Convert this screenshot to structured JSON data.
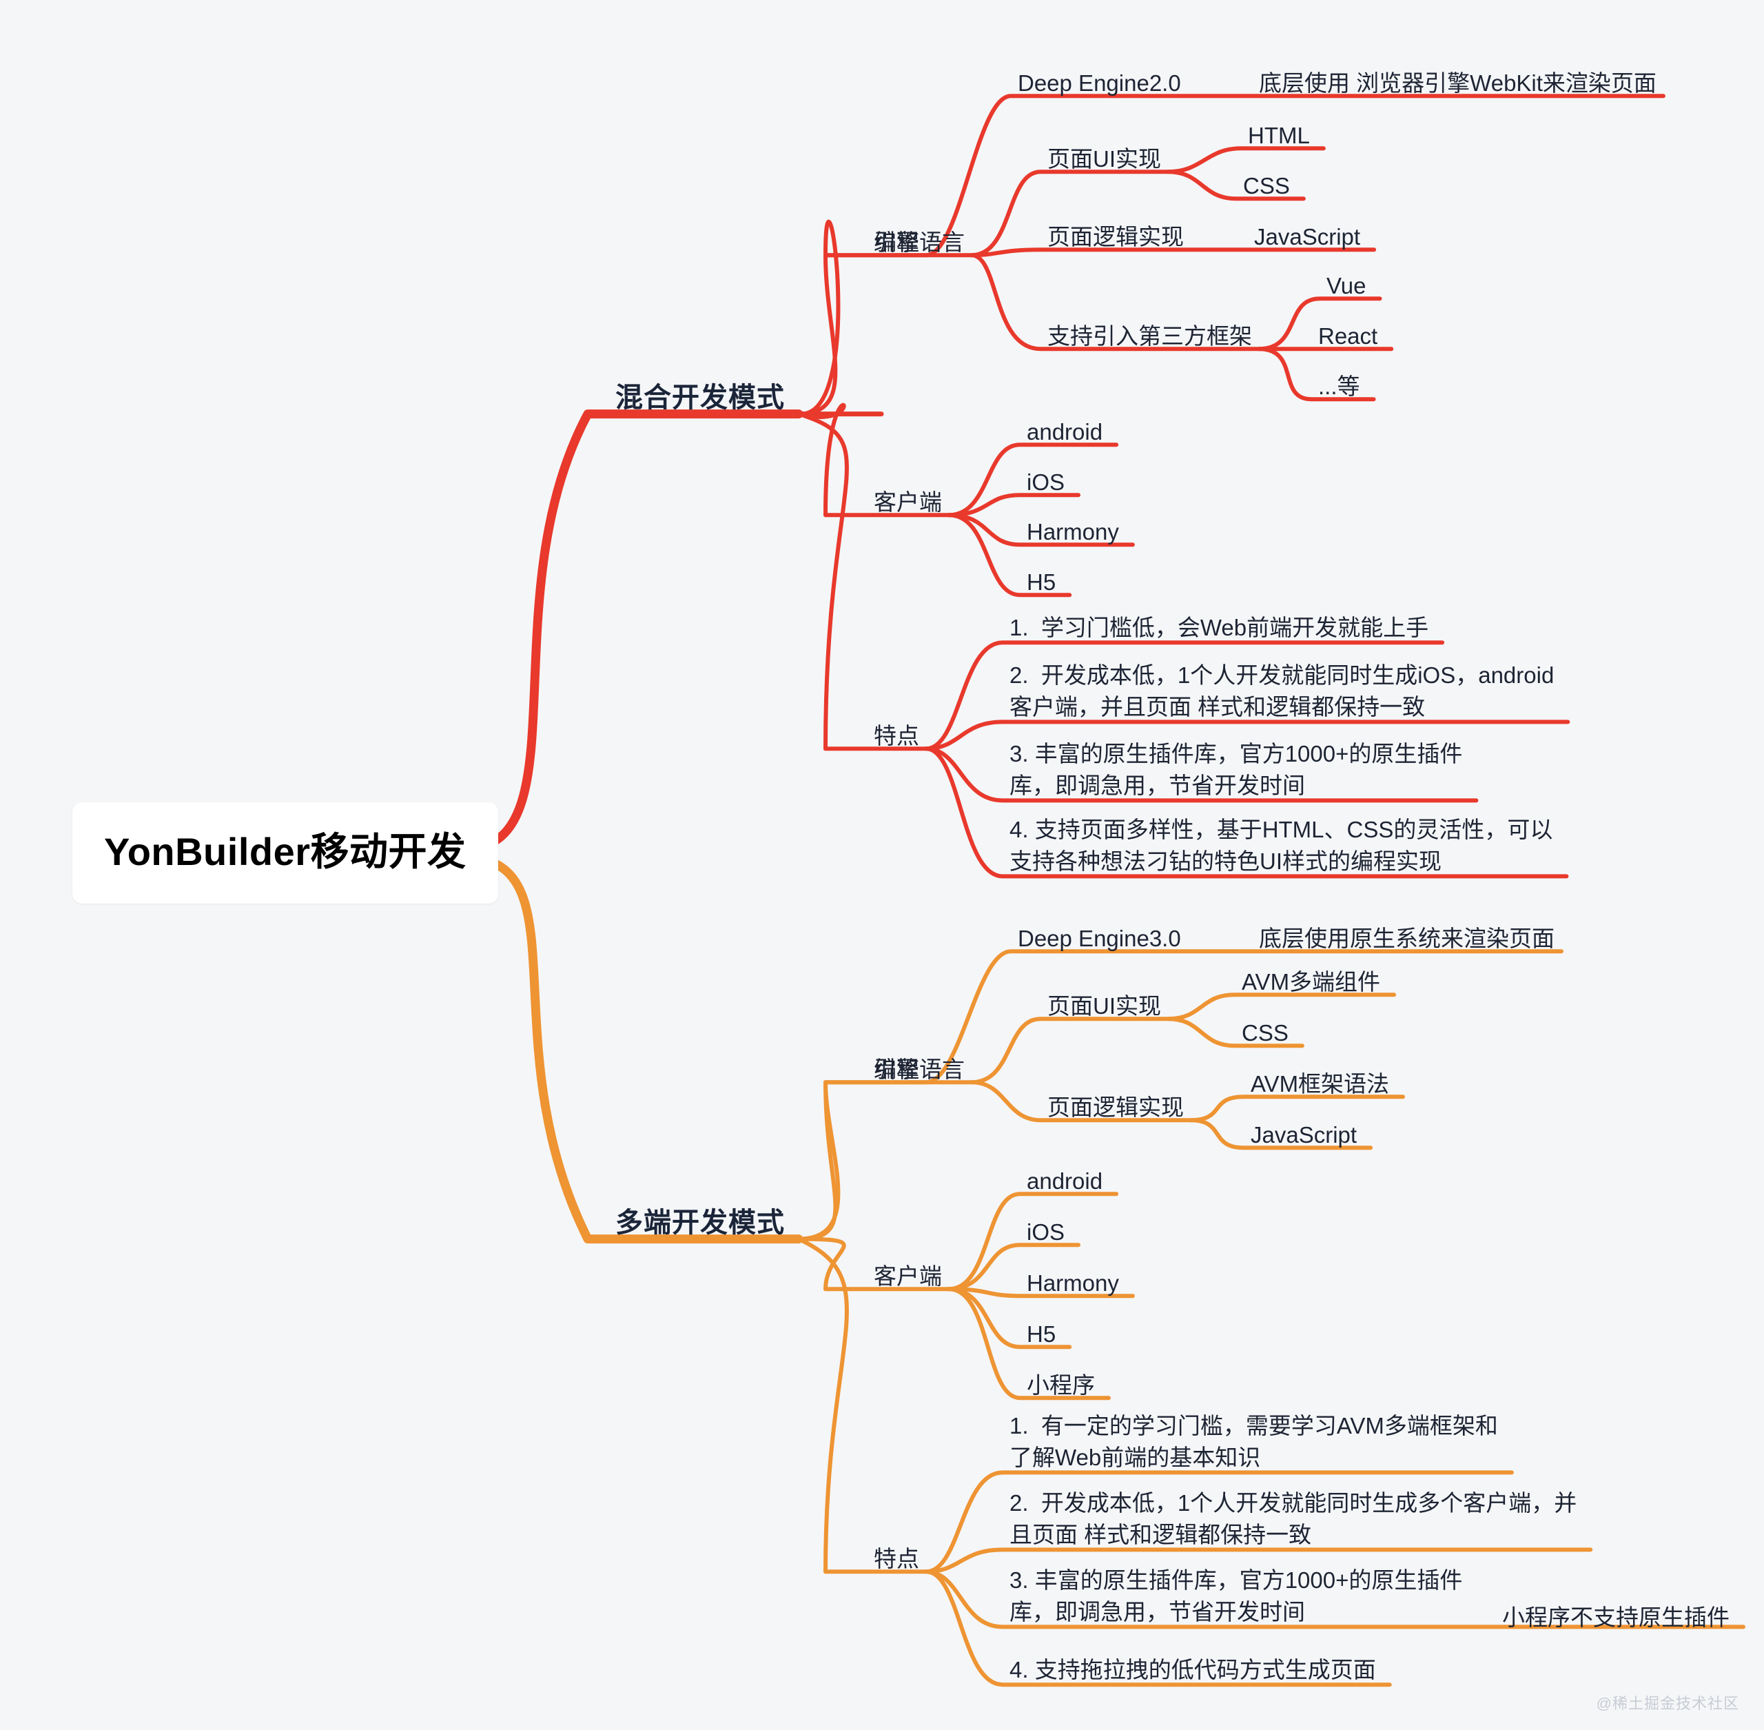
{
  "meta": {
    "background_color": "#f5f6f8",
    "text_color": "#1d2433",
    "watermark": "@稀土掘金技术社区"
  },
  "root": {
    "label": "YonBuilder移动开发"
  },
  "branches": [
    {
      "id": "hybrid",
      "label": "混合开发模式",
      "color": "#e8392c",
      "children": [
        {
          "label": "引擎",
          "children": [
            {
              "label": "Deep Engine2.0",
              "children": [
                {
                  "label": "底层使用 浏览器引擎WebKit来渲染页面"
                }
              ]
            }
          ]
        },
        {
          "label": "编程语言",
          "children": [
            {
              "label": "页面UI实现",
              "children": [
                {
                  "label": "HTML"
                },
                {
                  "label": "CSS"
                }
              ]
            },
            {
              "label": "页面逻辑实现",
              "children": [
                {
                  "label": "JavaScript"
                }
              ]
            },
            {
              "label": "支持引入第三方框架",
              "children": [
                {
                  "label": "Vue"
                },
                {
                  "label": "React"
                },
                {
                  "label": "...等"
                }
              ]
            }
          ]
        },
        {
          "label": "客户端",
          "children": [
            {
              "label": "android"
            },
            {
              "label": "iOS"
            },
            {
              "label": "Harmony"
            },
            {
              "label": "H5"
            }
          ]
        },
        {
          "label": "特点",
          "children": [
            {
              "label": "1.  学习门槛低，会Web前端开发就能上手"
            },
            {
              "label": "2.  开发成本低，1个人开发就能同时生成iOS，android\n客户端，并且页面 样式和逻辑都保持一致"
            },
            {
              "label": "3. 丰富的原生插件库，官方1000+的原生插件\n库，即调急用，节省开发时间"
            },
            {
              "label": "4. 支持页面多样性，基于HTML、CSS的灵活性，可以\n支持各种想法刁钻的特色UI样式的编程实现"
            }
          ]
        }
      ]
    },
    {
      "id": "multiend",
      "label": "多端开发模式",
      "color": "#ee9433",
      "children": [
        {
          "label": "引擎",
          "children": [
            {
              "label": "Deep Engine3.0",
              "children": [
                {
                  "label": "底层使用原生系统来渲染页面"
                }
              ]
            }
          ]
        },
        {
          "label": "编程语言",
          "children": [
            {
              "label": "页面UI实现",
              "children": [
                {
                  "label": "AVM多端组件"
                },
                {
                  "label": "CSS"
                }
              ]
            },
            {
              "label": "页面逻辑实现",
              "children": [
                {
                  "label": "AVM框架语法"
                },
                {
                  "label": "JavaScript"
                }
              ]
            }
          ]
        },
        {
          "label": "客户端",
          "children": [
            {
              "label": "android"
            },
            {
              "label": "iOS"
            },
            {
              "label": "Harmony"
            },
            {
              "label": "H5"
            },
            {
              "label": "小程序"
            }
          ]
        },
        {
          "label": "特点",
          "children": [
            {
              "label": "1.  有一定的学习门槛，需要学习AVM多端框架和\n了解Web前端的基本知识"
            },
            {
              "label": "2.  开发成本低，1个人开发就能同时生成多个客户端，并\n且页面 样式和逻辑都保持一致"
            },
            {
              "label": "3. 丰富的原生插件库，官方1000+的原生插件\n库，即调急用，节省开发时间",
              "children": [
                {
                  "label": "小程序不支持原生插件"
                }
              ]
            },
            {
              "label": "4. 支持拖拉拽的低代码方式生成页面"
            }
          ]
        }
      ]
    }
  ]
}
